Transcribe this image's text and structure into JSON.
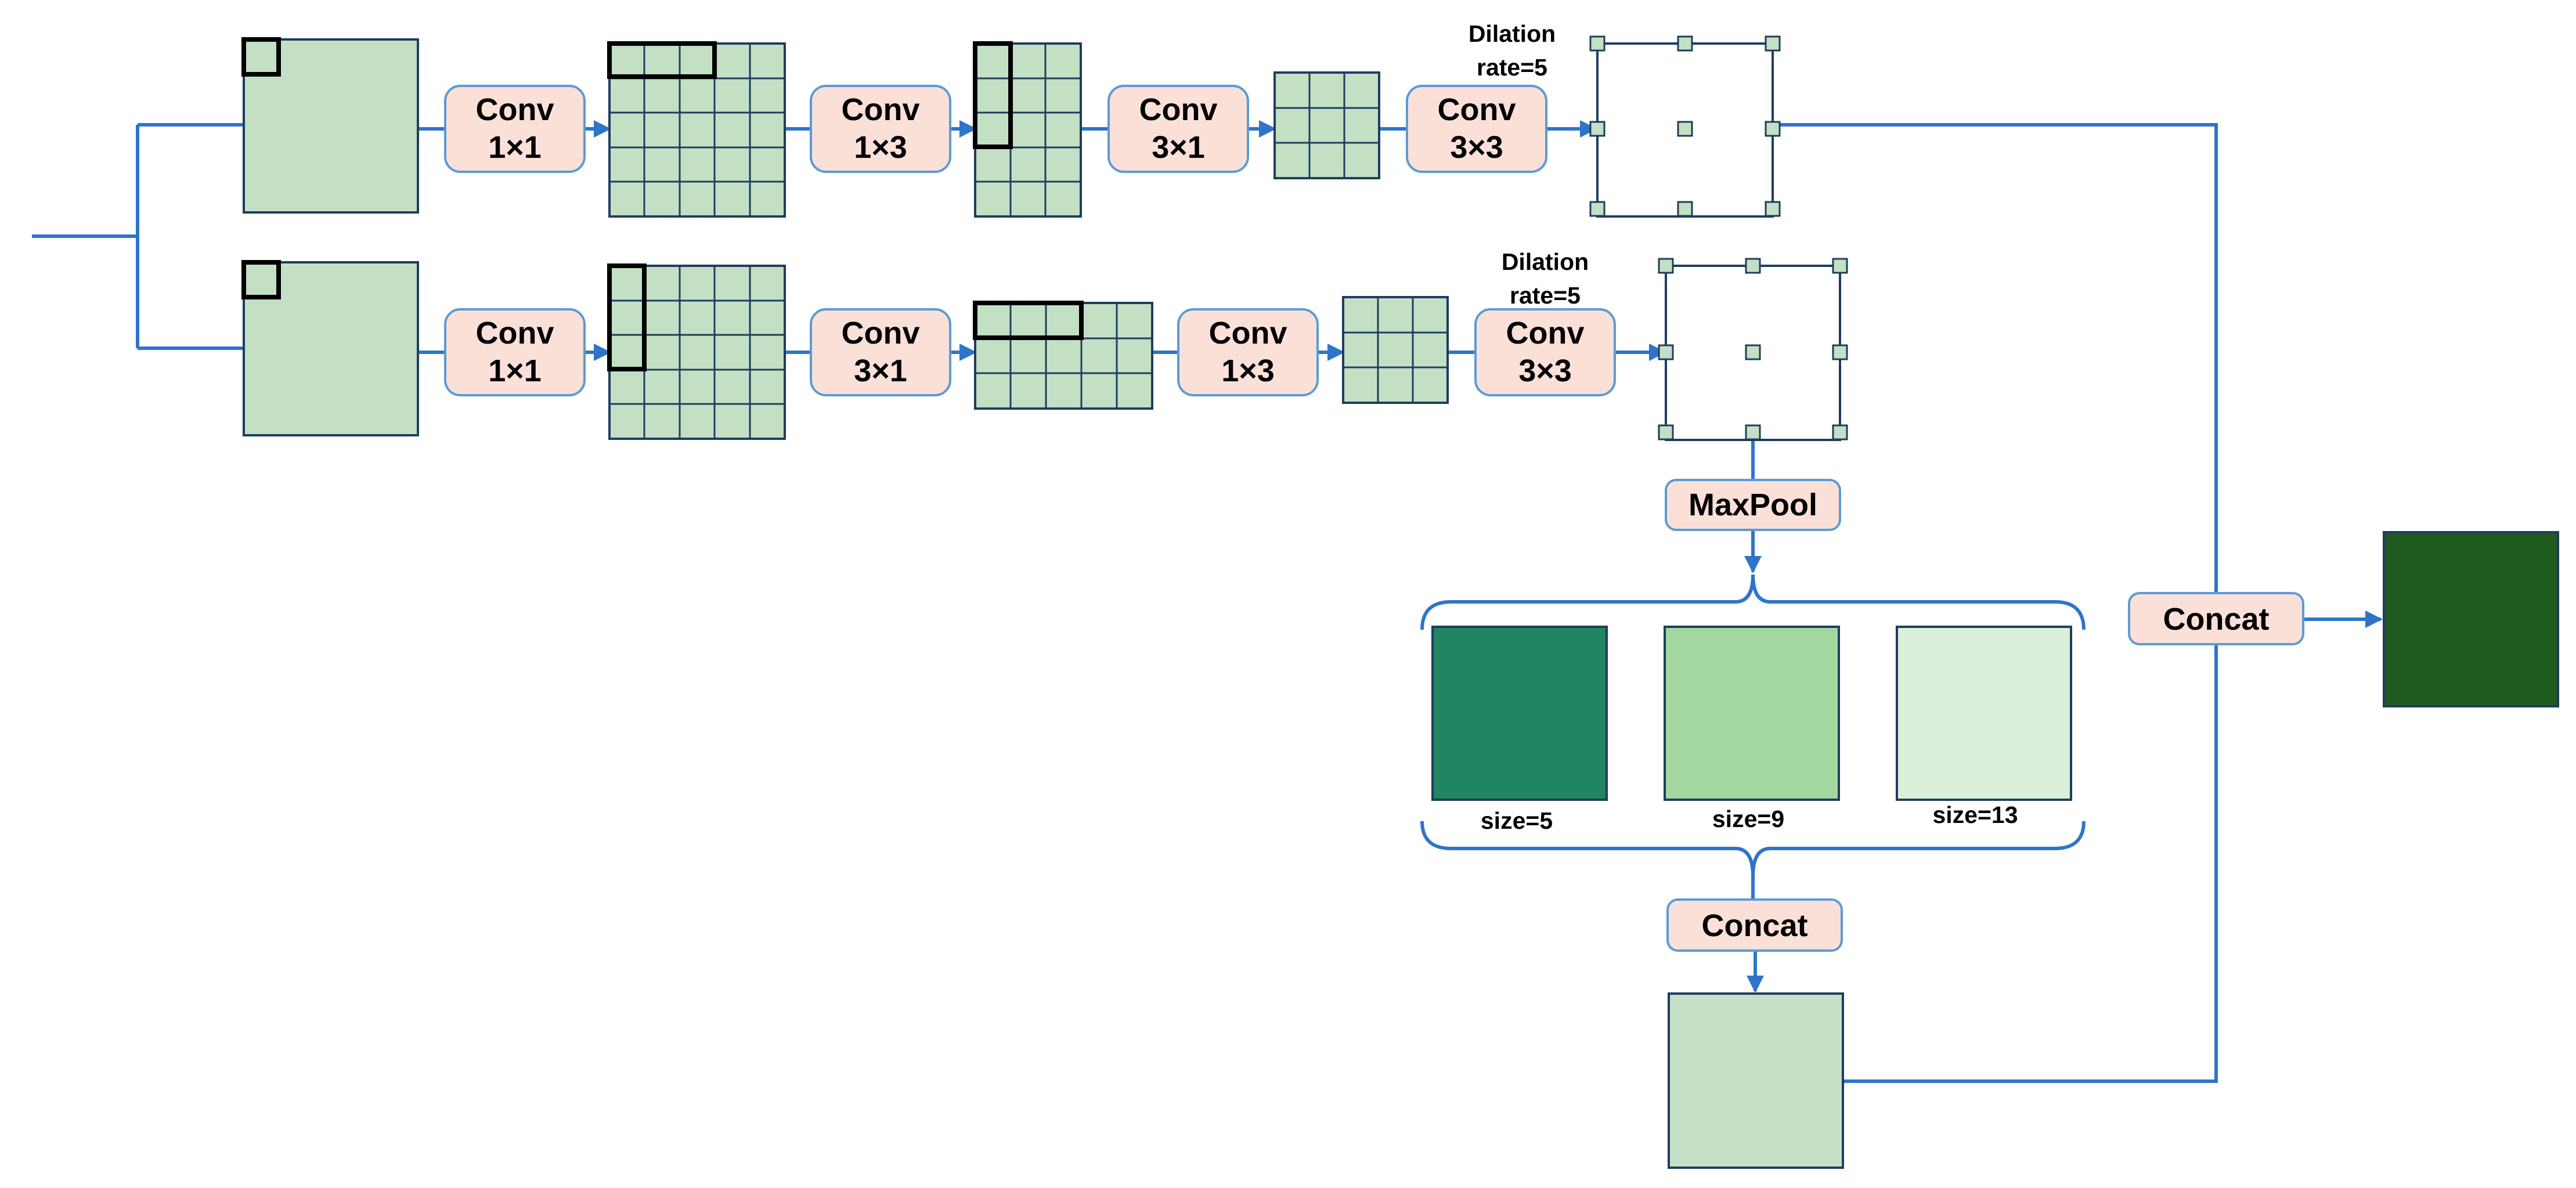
{
  "colors": {
    "line": "#2E75C9",
    "box_fill": "#FBE0D8",
    "box_stroke": "#5B9BD5",
    "map_fill": "#C3E0C5",
    "map_stroke": "#1F3D5F",
    "pool_dark": "#208560",
    "pool_mid": "#A2D7A0",
    "pool_light": "#DBF0DA",
    "output": "#1F5A1F"
  },
  "branch1": {
    "conv1": {
      "line1": "Conv",
      "line2": "1×1"
    },
    "conv2": {
      "line1": "Conv",
      "line2": "1×3"
    },
    "conv3": {
      "line1": "Conv",
      "line2": "3×1"
    },
    "conv4": {
      "line1": "Conv",
      "line2": "3×3"
    },
    "dilation": {
      "line1": "Dilation",
      "line2": "rate=5"
    }
  },
  "branch2": {
    "conv1": {
      "line1": "Conv",
      "line2": "1×1"
    },
    "conv2": {
      "line1": "Conv",
      "line2": "3×1"
    },
    "conv3": {
      "line1": "Conv",
      "line2": "1×3"
    },
    "conv4": {
      "line1": "Conv",
      "line2": "3×3"
    },
    "dilation": {
      "line1": "Dilation",
      "line2": "rate=5"
    }
  },
  "maxpool": {
    "label": "MaxPool"
  },
  "pool_sizes": [
    "size=5",
    "size=9",
    "size=13"
  ],
  "concat_inner": {
    "label": "Concat"
  },
  "concat_outer": {
    "label": "Concat"
  }
}
